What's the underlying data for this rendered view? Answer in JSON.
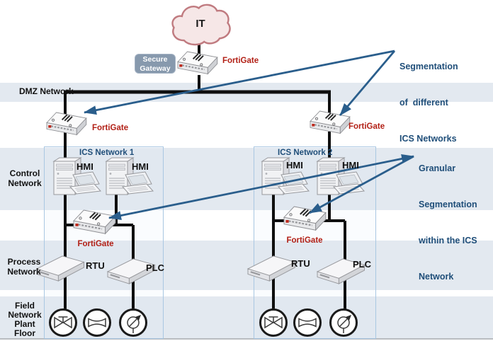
{
  "cloud": {
    "label": "IT"
  },
  "secure_gateway": {
    "line1": "Secure",
    "line2": "Gateway"
  },
  "labels": {
    "fortigate": "FortiGate",
    "hmi": "HMI",
    "rtu": "RTU",
    "plc": "PLC"
  },
  "bands": {
    "dmz": "DMZ Network",
    "control": [
      "Control",
      "Network"
    ],
    "process": [
      "Process",
      "Network"
    ],
    "field": [
      "Field",
      "Network",
      "Plant",
      "Floor"
    ]
  },
  "ics_networks": [
    {
      "label": "ICS Network 1"
    },
    {
      "label": "ICS Network 2"
    }
  ],
  "annotations": {
    "segmentation": [
      "Segmentation",
      "of  different",
      "ICS Networks"
    ],
    "granular": [
      "Granular",
      "Segmentation",
      "within the ICS",
      "Network"
    ]
  },
  "field_icons": [
    "valve-icon",
    "fan-icon",
    "pump-icon"
  ],
  "colors": {
    "band": "#e3e9f0",
    "ics_box_border": "#a9c7e2",
    "fortigate_label_red": "#b22016",
    "annotation_blue": "#1f4e79",
    "arrow_blue": "#2a5e8c",
    "network_line_black": "#0f0f0f",
    "badge_bg": "#8799ad",
    "cloud_fill": "#f6e7e7",
    "cloud_stroke": "#c07b80"
  }
}
